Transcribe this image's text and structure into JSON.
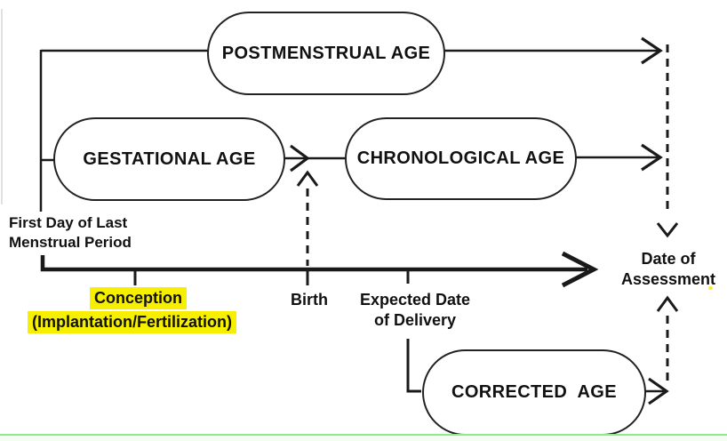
{
  "boxes": {
    "postmenstrual": "POSTMENSTRUAL AGE",
    "gestational": "GESTATIONAL AGE",
    "chronological": "CHRONOLOGICAL AGE",
    "corrected": "CORRECTED AGE"
  },
  "labels": {
    "lmp_line1": "First Day of Last",
    "lmp_line2": "Menstrual Period",
    "conception": "Conception",
    "conception_detail": "(Implantation/Fertilization)",
    "birth": "Birth",
    "edd_line1": "Expected Date",
    "edd_line2": "of Delivery",
    "assessment_line1": "Date of",
    "assessment_line2": "Assessment"
  },
  "colors": {
    "highlight_yellow": "#f7ef00",
    "line_black": "#1a1a1a",
    "footer_green": "#92e88a"
  }
}
